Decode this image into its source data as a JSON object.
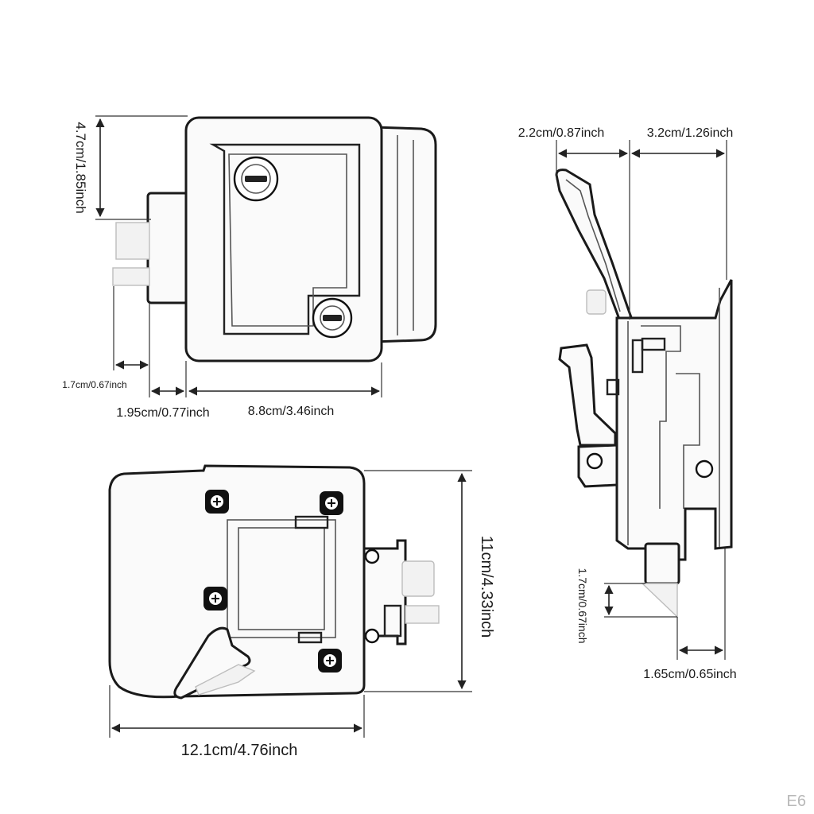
{
  "dimensions": {
    "top_left_height": "4.7cm/1.85inch",
    "top_left_latch": "1.7cm/0.67inch",
    "top_left_depth": "1.95cm/0.77inch",
    "top_left_width": "8.8cm/3.46inch",
    "right_top_a": "2.2cm/0.87inch",
    "right_top_b": "3.2cm/1.26inch",
    "right_latch": "1.7cm/0.67inch",
    "right_bottom": "1.65cm/0.65inch",
    "bottom_height": "11cm/4.33inch",
    "bottom_width": "12.1cm/4.76inch"
  },
  "watermark": "E6",
  "colors": {
    "outline": "#1a1a1a",
    "background": "#ffffff",
    "ghost": "#f2f2f2"
  }
}
